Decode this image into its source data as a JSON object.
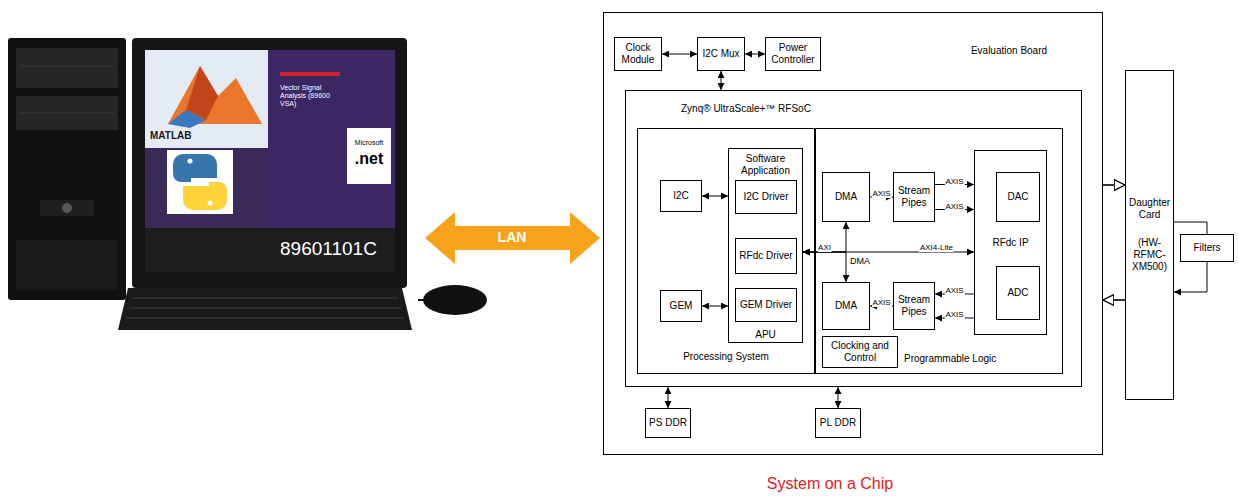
{
  "diagram": {
    "caption": "System on a Chip",
    "nodes": [
      {
        "text": [
          "Evaluation Board"
        ]
      },
      {
        "text": [
          "Clock Module"
        ],
        "in": 0
      },
      {
        "text": [
          "I2C Mux"
        ],
        "in": 0
      },
      {
        "text": [
          "Power Controller"
        ],
        "in": 0
      },
      {
        "text": [
          "Zynq® UltraScale+™ RFSoC"
        ],
        "in": 0
      },
      {
        "text": [
          "Processing System"
        ],
        "in": 4
      },
      {
        "text": [
          "I2C"
        ],
        "in": 5
      },
      {
        "text": [
          "GEM"
        ],
        "in": 5
      },
      {
        "text": [
          "Software Application",
          "APU"
        ],
        "in": 5
      },
      {
        "text": [
          "I2C Driver"
        ],
        "in": 8
      },
      {
        "text": [
          "RFdc Driver"
        ],
        "in": 8
      },
      {
        "text": [
          "GEM Driver"
        ],
        "in": 8
      },
      {
        "text": [
          "Programmable Logic"
        ],
        "in": 4
      },
      {
        "text": [
          "DMA"
        ],
        "in": 12
      },
      {
        "text": [
          "Stream Pipes"
        ],
        "in": 12
      },
      {
        "text": [
          "DMA"
        ],
        "in": 12
      },
      {
        "text": [
          "Stream Pipes"
        ],
        "in": 12
      },
      {
        "text": [
          "Clocking and Control"
        ],
        "in": 12
      },
      {
        "text": [
          "RFdc IP"
        ],
        "in": 12
      },
      {
        "text": [
          "DAC"
        ],
        "in": 18
      },
      {
        "text": [
          "ADC"
        ],
        "in": 18
      },
      {
        "text": [
          "PS DDR"
        ],
        "in": 0
      },
      {
        "text": [
          "PL DDR"
        ],
        "in": 0
      },
      {
        "text": [
          "Daughter Card",
          "(HW-RFMC-XM500)"
        ]
      },
      {
        "text": [
          "Filters"
        ]
      }
    ],
    "edges": [
      {
        "from": 1,
        "to": 2,
        "arrow": "both"
      },
      {
        "from": 2,
        "to": 3,
        "arrow": "both"
      },
      {
        "from": 2,
        "to": 4,
        "arrow": "both"
      },
      {
        "from": 6,
        "to": 8,
        "arrow": "both"
      },
      {
        "from": 7,
        "to": 8,
        "arrow": "both"
      },
      {
        "from": 13,
        "to": 14,
        "label": "AXIS",
        "arrow": "to"
      },
      {
        "from": 14,
        "to": 18,
        "label": "AXIS",
        "arrow": "to"
      },
      {
        "from": 14,
        "to": 18,
        "label": "AXIS",
        "arrow": "to"
      },
      {
        "from": 18,
        "to": 16,
        "label": "AXIS",
        "arrow": "to"
      },
      {
        "from": 18,
        "to": 16,
        "label": "AXIS",
        "arrow": "to"
      },
      {
        "from": 16,
        "to": 15,
        "label": "AXIS",
        "arrow": "to"
      },
      {
        "from": 8,
        "to": 13,
        "label": "AXI",
        "arrow": "both"
      },
      {
        "from": 8,
        "to": 15,
        "arrow": "both"
      },
      {
        "from": 8,
        "to": 18,
        "label": "AXI4-Lite",
        "arrow": "both"
      },
      {
        "from": 4,
        "to": 21,
        "arrow": "both"
      },
      {
        "from": 4,
        "to": 22,
        "arrow": "both"
      },
      {
        "from": 0,
        "to": 23,
        "arrow": "to"
      },
      {
        "from": 23,
        "to": 0,
        "arrow": "to"
      },
      {
        "from": 23,
        "to": 24,
        "arrow": "none"
      },
      {
        "from": 24,
        "to": 23,
        "arrow": "to"
      }
    ],
    "labels": [
      "MATLAB",
      "Vector Signal Analysis (89600 VSA)",
      "Microsoft",
      ".net",
      "89601101C",
      "LAN",
      "DMA"
    ]
  }
}
